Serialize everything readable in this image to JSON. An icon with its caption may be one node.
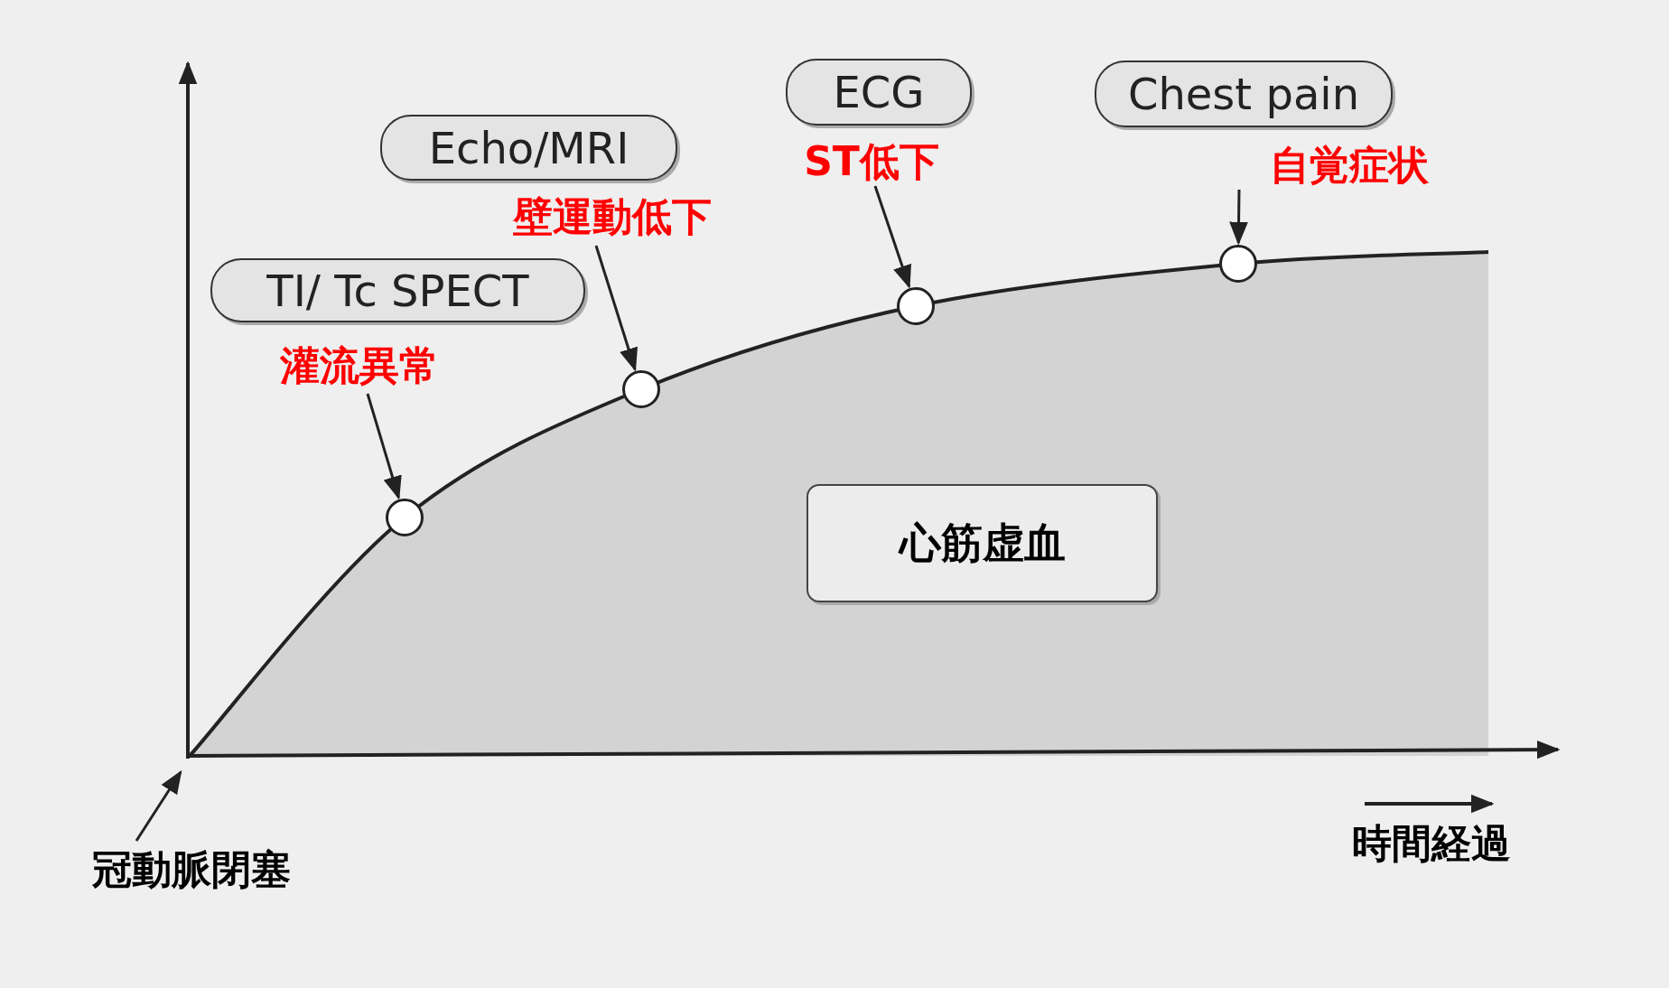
{
  "diagram": {
    "nodes": [
      {
        "text": [
          "TI/ Tc SPECT"
        ]
      },
      {
        "text": [
          "灌流異常"
        ]
      },
      {
        "text": [
          "Echo/MRI"
        ]
      },
      {
        "text": [
          "壁運動低下"
        ]
      },
      {
        "text": [
          "ECG"
        ]
      },
      {
        "text": [
          "ST低下"
        ]
      },
      {
        "text": [
          "Chest pain"
        ]
      },
      {
        "text": [
          "自覚症状"
        ]
      },
      {
        "text": [],
        "shape": "circle"
      },
      {
        "text": [],
        "shape": "circle"
      },
      {
        "text": [],
        "shape": "circle"
      },
      {
        "text": [],
        "shape": "circle"
      },
      {
        "text": [
          "心筋虚血"
        ]
      },
      {
        "text": [
          "冠動脈閉塞"
        ]
      }
    ],
    "edges": [
      {
        "from": 1,
        "to": 8,
        "arrow": "to"
      },
      {
        "from": 3,
        "to": 9,
        "arrow": "to"
      },
      {
        "from": 5,
        "to": 10,
        "arrow": "to"
      },
      {
        "from": 7,
        "to": 11,
        "arrow": "to"
      },
      {
        "from": 13,
        "to": null,
        "arrow": "to"
      }
    ],
    "labels": [
      "時間経過"
    ]
  }
}
